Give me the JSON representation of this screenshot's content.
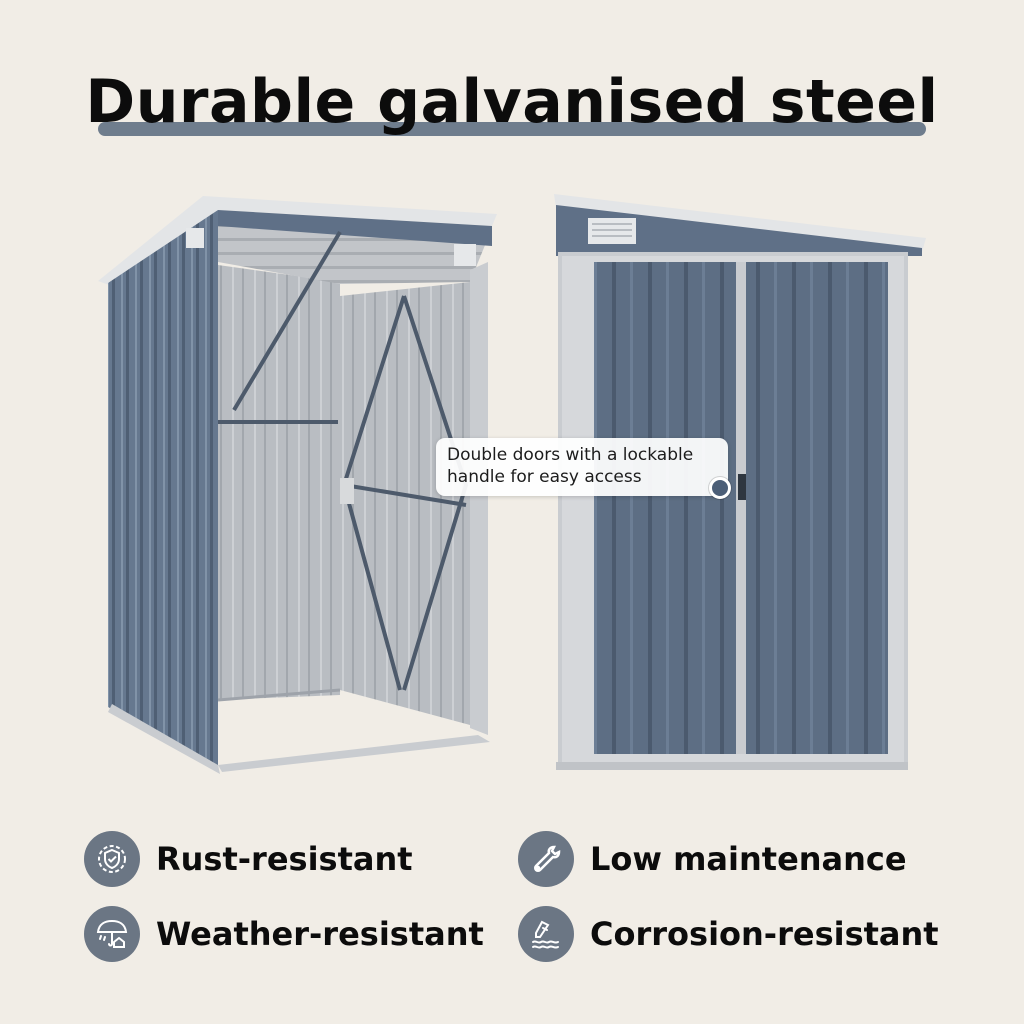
{
  "headline": "Durable galvanised steel",
  "callout": "Double doors with a lockable\nhandle for easy access",
  "features": [
    {
      "label": "Rust-resistant",
      "icon": "gear-shield-icon"
    },
    {
      "label": "Low maintenance",
      "icon": "wrench-icon"
    },
    {
      "label": "Weather-resistant",
      "icon": "umbrella-house-icon"
    },
    {
      "label": "Corrosion-resistant",
      "icon": "pen-waves-icon"
    }
  ],
  "colors": {
    "background": "#f1ede6",
    "shed_body": "#5f7087",
    "shed_trim": "#c9ccd0",
    "icon_badge": "#6b7684",
    "headline_underline": "#6f7d8d"
  }
}
